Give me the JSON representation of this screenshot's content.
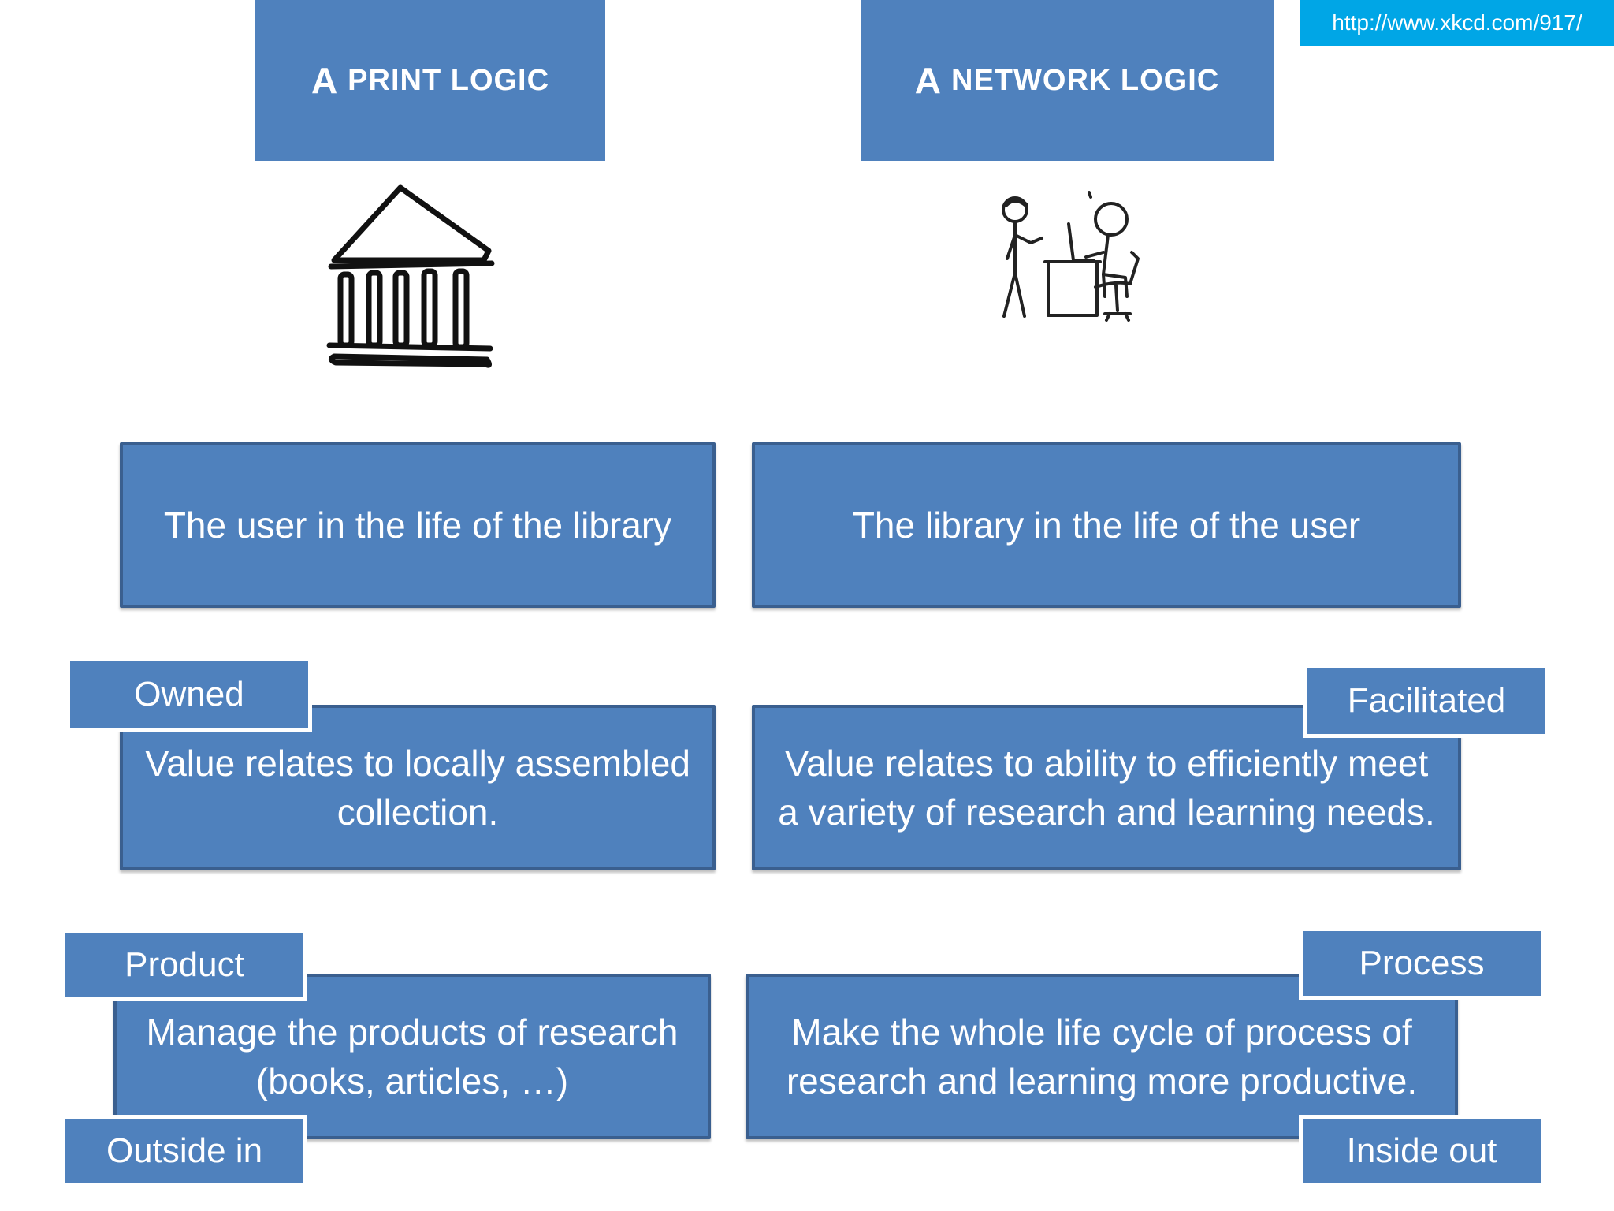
{
  "url_badge": "http://www.xkcd.com/917/",
  "columns": {
    "left": {
      "header_a": "A",
      "header_rest": "PRINT LOGIC",
      "icon": "library-building-icon",
      "statement": "The user in the life of the library",
      "value_tag": "Owned",
      "value_text": "Value relates to locally assembled collection.",
      "product_tag": "Product",
      "product_text": "Manage the products of research (books, articles, …)",
      "direction_tag": "Outside in"
    },
    "right": {
      "header_a": "A",
      "header_rest": "NETWORK LOGIC",
      "icon": "people-at-desk-icon",
      "statement": "The library in the life of the user",
      "value_tag": "Facilitated",
      "value_text": "Value relates to ability to efficiently meet a variety of research and learning needs.",
      "product_tag": "Process",
      "product_text": "Make the whole life cycle of process of research and learning more productive.",
      "direction_tag": "Inside out"
    }
  },
  "colors": {
    "box_fill": "#4f81bd",
    "box_border": "#3a5f8f",
    "url_badge": "#00a6e6",
    "text": "#ffffff"
  }
}
